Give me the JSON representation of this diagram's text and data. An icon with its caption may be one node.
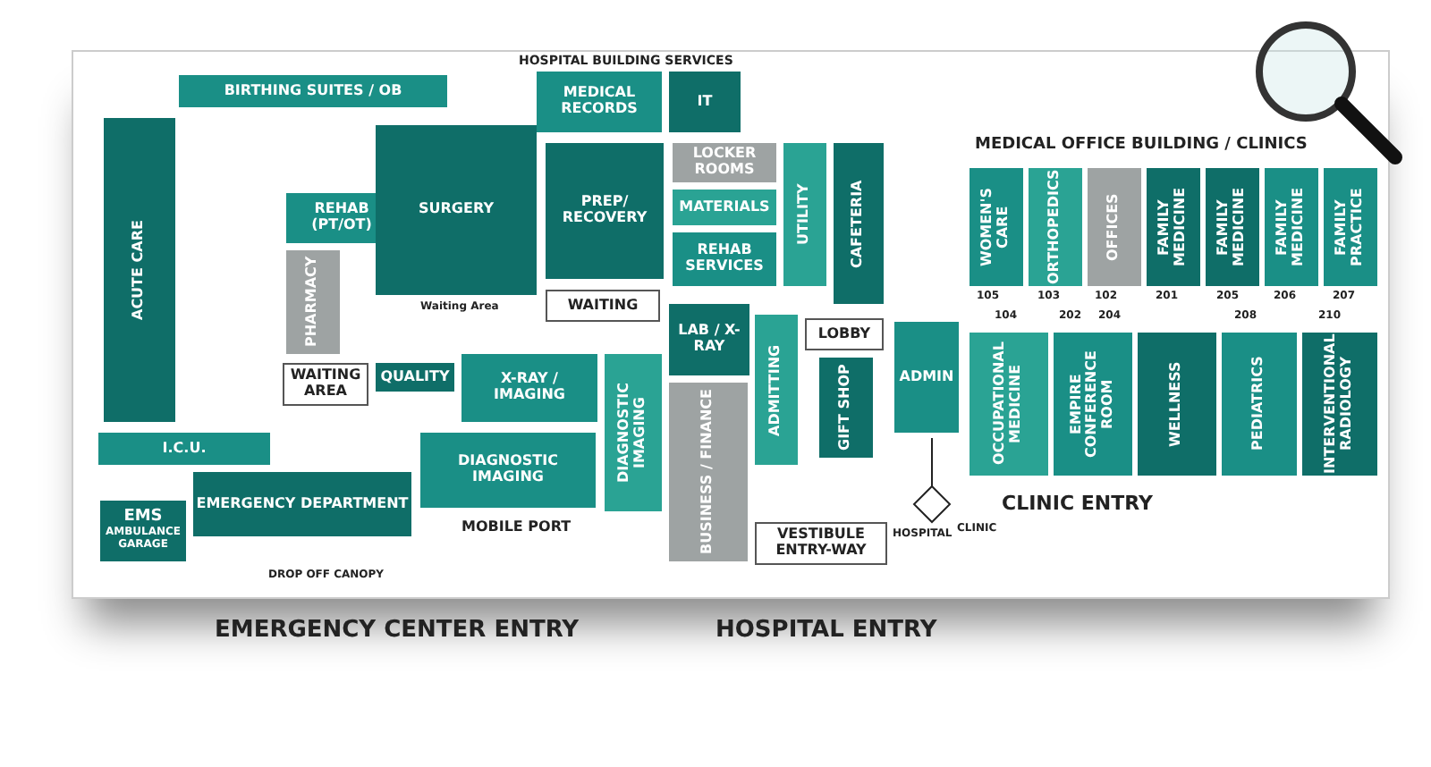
{
  "diagram": {
    "nodes": [
      {
        "text": [
          "BIRTHING SUITES / OB"
        ]
      },
      {
        "text": [
          "ACUTE CARE"
        ]
      },
      {
        "text": [
          "REHAB (PT/OT)"
        ]
      },
      {
        "text": [
          "PHARMACY"
        ]
      },
      {
        "text": [
          "SURGERY"
        ]
      },
      {
        "text": [
          "WAITING AREA"
        ]
      },
      {
        "text": [
          "QUALITY"
        ]
      },
      {
        "text": [
          "X-RAY / IMAGING"
        ]
      },
      {
        "text": [
          "I.C.U."
        ]
      },
      {
        "text": [
          "EMERGENCY DEPARTMENT"
        ]
      },
      {
        "text": [
          "EMS",
          "AMBULANCE GARAGE"
        ]
      },
      {
        "text": [
          "DIAGNOSTIC IMAGING"
        ]
      },
      {
        "text": [
          "DIAGNOSTIC IMAGING"
        ]
      },
      {
        "text": [
          "MEDICAL RECORDS"
        ]
      },
      {
        "text": [
          "IT"
        ]
      },
      {
        "text": [
          "PREP/ RECOVERY"
        ]
      },
      {
        "text": [
          "LOCKER ROOMS"
        ]
      },
      {
        "text": [
          "MATERIALS"
        ]
      },
      {
        "text": [
          "REHAB SERVICES"
        ]
      },
      {
        "text": [
          "UTILITY"
        ]
      },
      {
        "text": [
          "CAFETERIA"
        ]
      },
      {
        "text": [
          "WAITING"
        ]
      },
      {
        "text": [
          "LAB / X-RAY"
        ]
      },
      {
        "text": [
          "BUSINESS / FINANCE"
        ]
      },
      {
        "text": [
          "ADMITTING"
        ]
      },
      {
        "text": [
          "LOBBY"
        ]
      },
      {
        "text": [
          "GIFT SHOP"
        ]
      },
      {
        "text": [
          "VESTIBULE ENTRY-WAY"
        ]
      },
      {
        "text": [
          "ADMIN"
        ]
      },
      {
        "text": [
          "WOMEN'S CARE"
        ]
      },
      {
        "text": [
          "ORTHOPEDICS"
        ]
      },
      {
        "text": [
          "OFFICES"
        ]
      },
      {
        "text": [
          "FAMILY MEDICINE"
        ]
      },
      {
        "text": [
          "FAMILY MEDICINE"
        ]
      },
      {
        "text": [
          "FAMILY MEDICINE"
        ]
      },
      {
        "text": [
          "FAMILY PRACTICE"
        ]
      },
      {
        "text": [
          "OCCUPATIONAL MEDICINE"
        ]
      },
      {
        "text": [
          "EMPIRE CONFERENCE ROOM"
        ]
      },
      {
        "text": [
          "WELLNESS"
        ]
      },
      {
        "text": [
          "PEDIATRICS"
        ]
      },
      {
        "text": [
          "INTERVENTIONAL RADIOLOGY"
        ]
      }
    ],
    "labels": [
      "HOSPITAL BUILDING SERVICES",
      "MEDICAL OFFICE BUILDING / CLINICS",
      "Waiting Area",
      "105",
      "103",
      "102",
      "201",
      "205",
      "206",
      "207",
      "104",
      "202",
      "204",
      "208",
      "210",
      "HOSPITAL",
      "CLINIC",
      "DROP OFF CANOPY",
      "MOBILE PORT",
      "EMERGENCY CENTER ENTRY",
      "HOSPITAL ENTRY",
      "CLINIC ENTRY"
    ]
  }
}
